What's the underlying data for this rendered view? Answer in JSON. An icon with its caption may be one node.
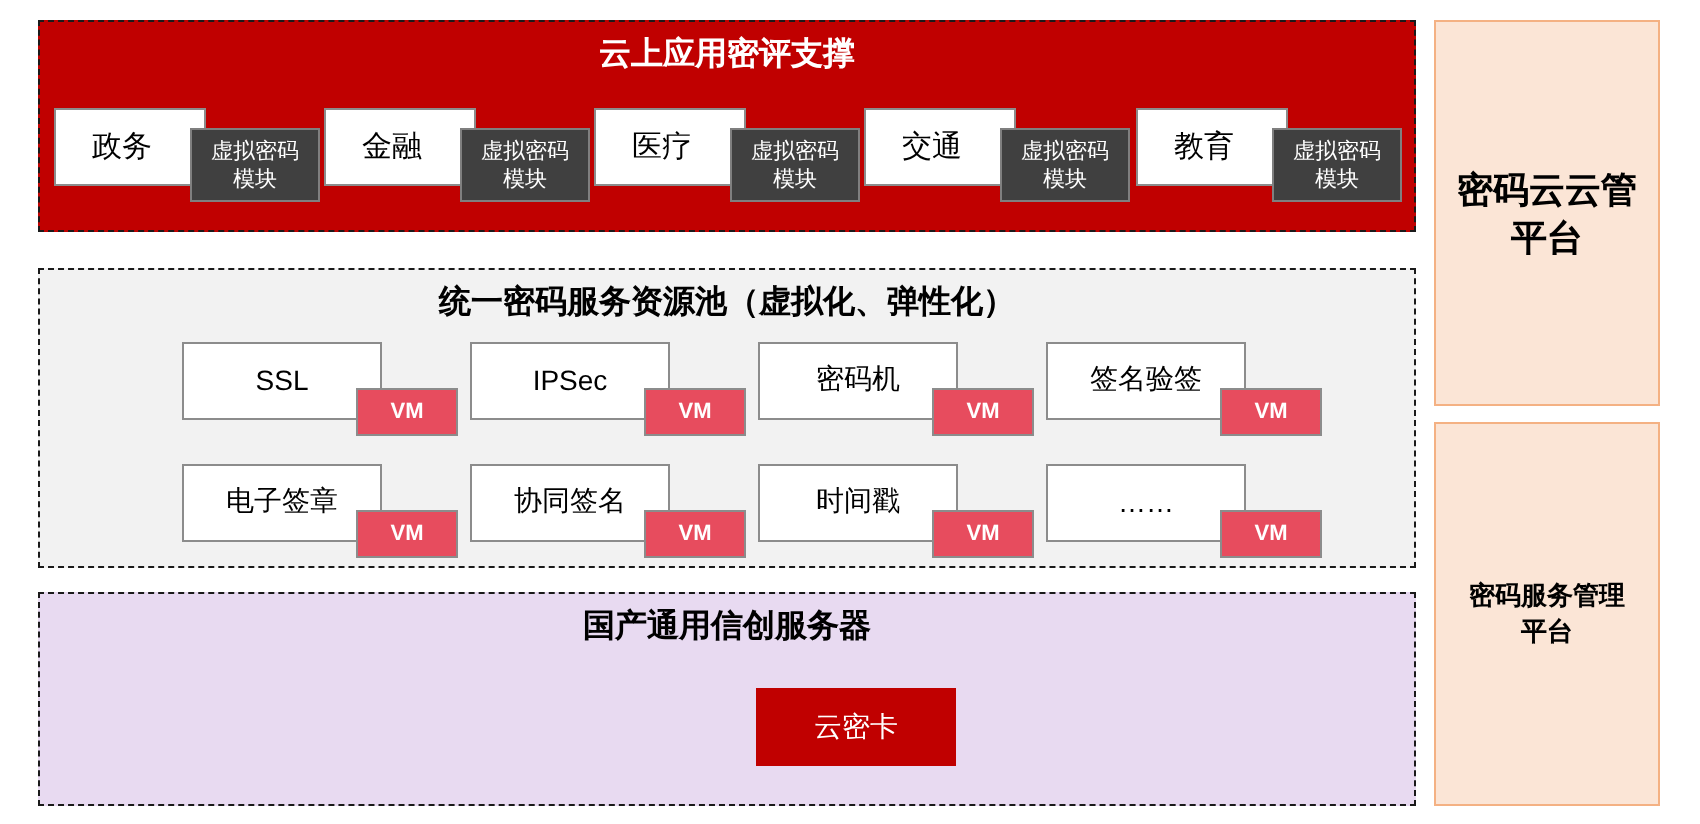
{
  "diagram": {
    "nodes": [
      {
        "text": [
          "云上应用密评支撑"
        ]
      },
      {
        "text": [
          "政务"
        ],
        "in": 0
      },
      {
        "text": [
          "虚拟密码模块"
        ],
        "in": 0
      },
      {
        "text": [
          "金融"
        ],
        "in": 0
      },
      {
        "text": [
          "虚拟密码模块"
        ],
        "in": 0
      },
      {
        "text": [
          "医疗"
        ],
        "in": 0
      },
      {
        "text": [
          "虚拟密码模块"
        ],
        "in": 0
      },
      {
        "text": [
          "交通"
        ],
        "in": 0
      },
      {
        "text": [
          "虚拟密码模块"
        ],
        "in": 0
      },
      {
        "text": [
          "教育"
        ],
        "in": 0
      },
      {
        "text": [
          "虚拟密码模块"
        ],
        "in": 0
      },
      {
        "text": [
          "统一密码服务资源池（虚拟化、弹性化）"
        ]
      },
      {
        "text": [
          "SSL"
        ],
        "in": 11
      },
      {
        "text": [
          "VM"
        ],
        "in": 11
      },
      {
        "text": [
          "IPSec"
        ],
        "in": 11
      },
      {
        "text": [
          "VM"
        ],
        "in": 11
      },
      {
        "text": [
          "密码机"
        ],
        "in": 11
      },
      {
        "text": [
          "VM"
        ],
        "in": 11
      },
      {
        "text": [
          "签名验签"
        ],
        "in": 11
      },
      {
        "text": [
          "VM"
        ],
        "in": 11
      },
      {
        "text": [
          "电子签章"
        ],
        "in": 11
      },
      {
        "text": [
          "VM"
        ],
        "in": 11
      },
      {
        "text": [
          "协同签名"
        ],
        "in": 11
      },
      {
        "text": [
          "VM"
        ],
        "in": 11
      },
      {
        "text": [
          "时间戳"
        ],
        "in": 11
      },
      {
        "text": [
          "VM"
        ],
        "in": 11
      },
      {
        "text": [
          "……"
        ],
        "in": 11
      },
      {
        "text": [
          "VM"
        ],
        "in": 11
      },
      {
        "text": [
          "国产通用信创服务器"
        ]
      },
      {
        "text": [
          "云密卡"
        ],
        "in": 28
      },
      {
        "text": [
          "密码云云管平台"
        ]
      },
      {
        "text": [
          "密码服务管理平台"
        ]
      }
    ]
  }
}
